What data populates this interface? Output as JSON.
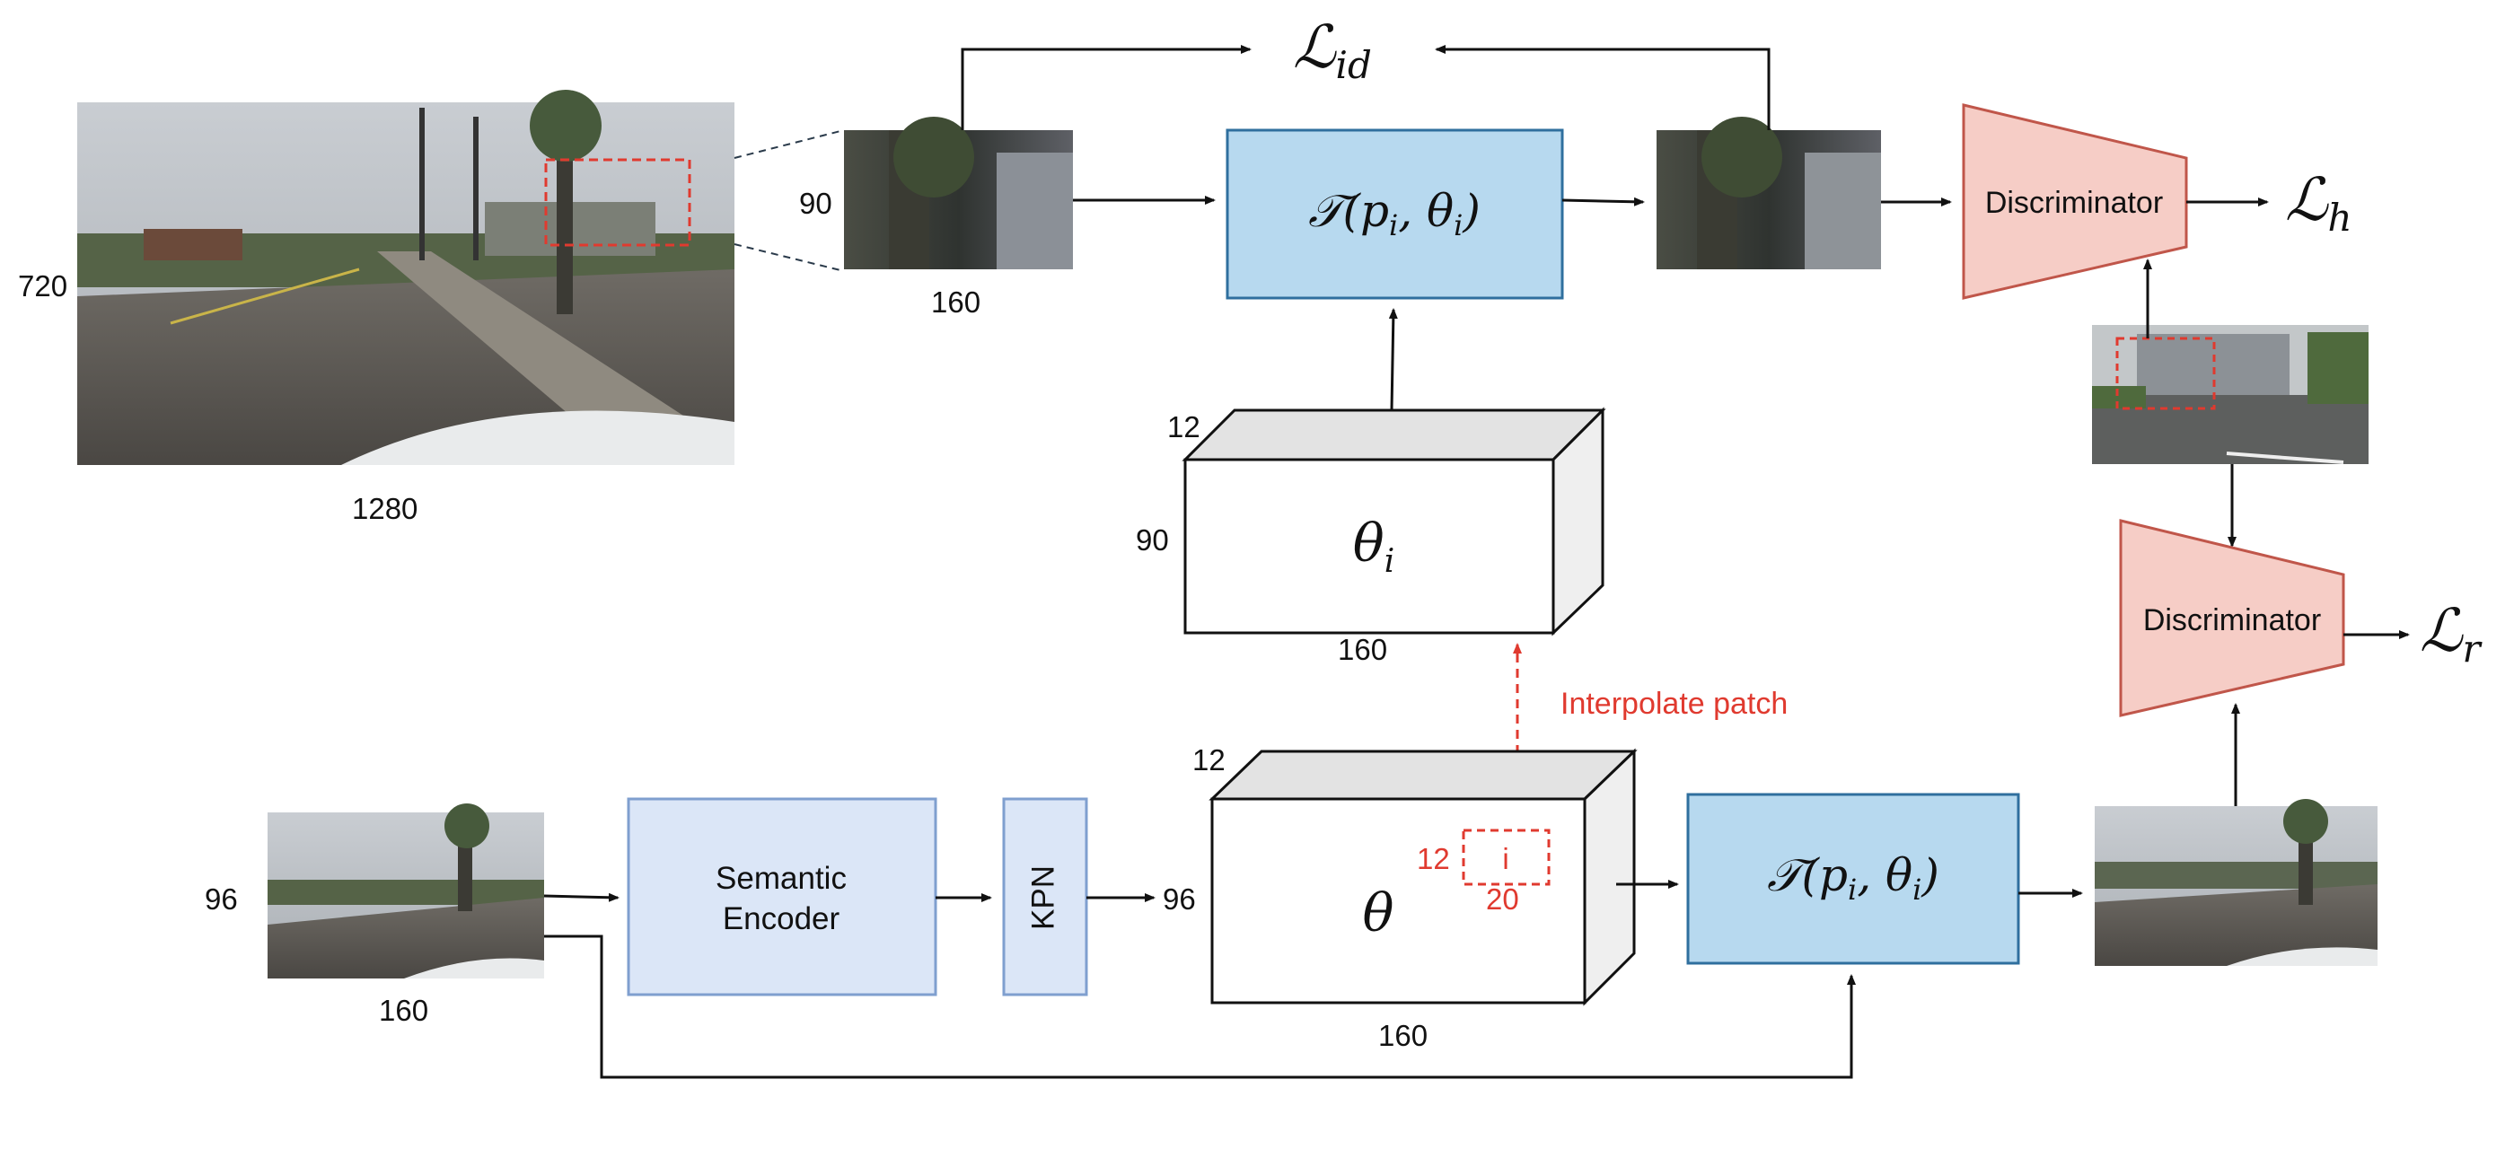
{
  "colors": {
    "line": "#111111",
    "blue_fill": "#b7d9ef",
    "blue_stroke": "#2f6f9e",
    "light_blue_fill": "#dbe6f7",
    "light_blue_stroke": "#7f9fcf",
    "pink_fill": "#f6cdc6",
    "pink_stroke": "#c0564a",
    "red": "#e03a2f",
    "cube_front": "#ffffff",
    "cube_side": "#efefef",
    "cube_top": "#e3e3e3"
  },
  "source_image": {
    "height": "720",
    "width": "1280"
  },
  "patch_top": {
    "height": "90",
    "width": "160"
  },
  "transform_top": {
    "symbol": "𝒯",
    "args": "(p",
    "sub1": "i",
    "mid": ", θ",
    "sub2": "i",
    "close": ")"
  },
  "loss_id": {
    "main": "ℒ",
    "sub": "id"
  },
  "discriminator_top": {
    "label": "Discriminator"
  },
  "loss_h": {
    "main": "ℒ",
    "sub": "h"
  },
  "theta_i_box": {
    "symbol": "θ",
    "sub": "i",
    "depth": "12",
    "height": "90",
    "width": "160"
  },
  "interpolate_label": "Interpolate patch",
  "discriminator_bottom": {
    "label": "Discriminator"
  },
  "loss_r": {
    "main": "ℒ",
    "sub": "r"
  },
  "input_lowres": {
    "height": "96",
    "width": "160"
  },
  "semantic_encoder": {
    "line1": "Semantic",
    "line2": "Encoder"
  },
  "kpn": {
    "label": "KPN"
  },
  "theta_box": {
    "symbol": "θ",
    "depth": "12",
    "height": "96",
    "width": "160",
    "patch_label": "i",
    "patch_height": "12",
    "patch_width": "20"
  },
  "transform_bottom": {
    "symbol": "𝒯",
    "args": "(p",
    "sub1": "i",
    "mid": ", θ",
    "sub2": "i",
    "close": ")"
  }
}
